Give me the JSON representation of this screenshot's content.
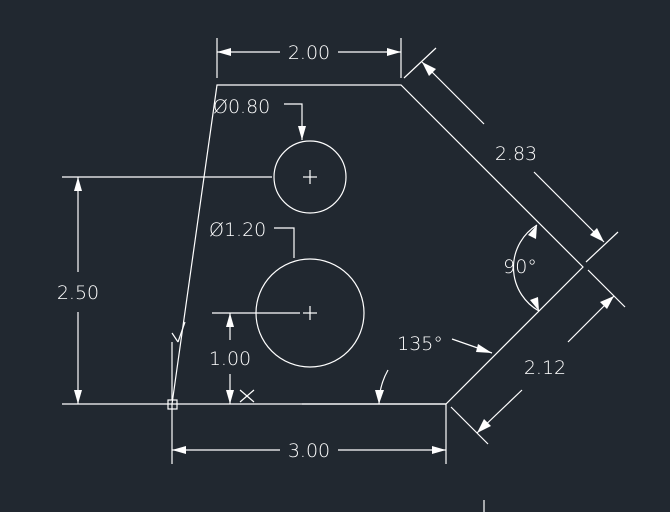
{
  "colors": {
    "background": "#212830",
    "line": "#ffffff"
  },
  "drawing": {
    "dimensions": {
      "top_width": "2.00",
      "slant_edge": "2.83",
      "lower_edge": "2.12",
      "bottom_width": "3.00",
      "left_height": "2.50",
      "hole_offset": "1.00"
    },
    "angles": {
      "right_corner": "90°",
      "lower_corner": "135°"
    },
    "holes": {
      "small_diameter": "Ø0.80",
      "large_diameter": "Ø1.20"
    }
  }
}
